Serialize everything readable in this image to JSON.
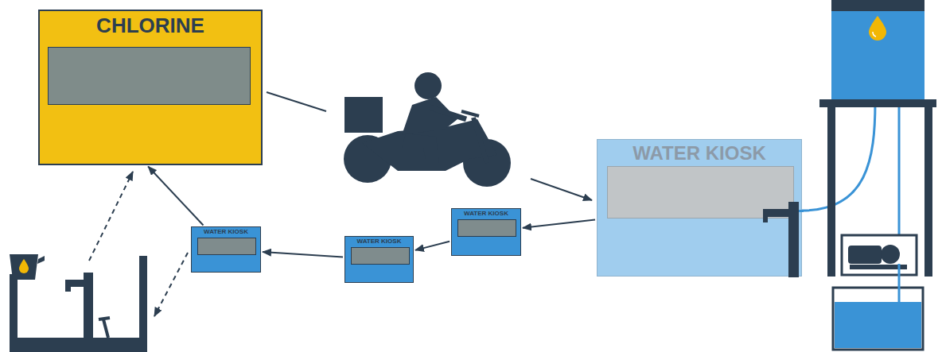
{
  "diagram": {
    "nodes": [
      {
        "text": [
          "CHLORINE"
        ]
      },
      {
        "text": [
          "WATER KIOSK"
        ]
      },
      {
        "text": [
          "WATER KIOSK"
        ]
      },
      {
        "text": [
          "WATER KIOSK"
        ]
      },
      {
        "text": [
          "WATER KIOSK"
        ]
      }
    ],
    "edges": [
      {
        "from": 1,
        "to": 2,
        "arrow": "to"
      },
      {
        "from": 2,
        "to": 3,
        "arrow": "to"
      },
      {
        "from": 3,
        "to": 4,
        "arrow": "to"
      },
      {
        "from": 4,
        "to": 0,
        "arrow": "to"
      }
    ]
  }
}
